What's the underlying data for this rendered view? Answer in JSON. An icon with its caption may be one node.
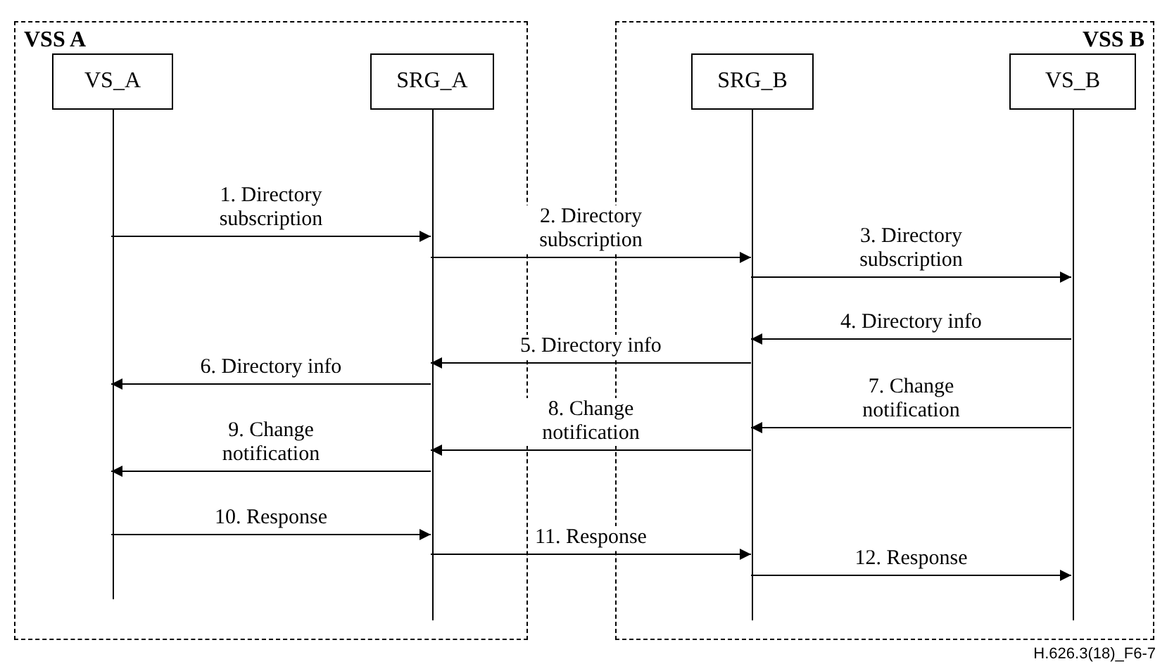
{
  "diagram": {
    "nodes": [
      {
        "text": [
          "VSS A"
        ]
      },
      {
        "text": [
          "VS_A"
        ],
        "in": 0
      },
      {
        "text": [
          "SRG_A"
        ],
        "in": 0
      },
      {
        "text": [
          "VSS B"
        ]
      },
      {
        "text": [
          "SRG_B"
        ],
        "in": 3
      },
      {
        "text": [
          "VS_B"
        ],
        "in": 3
      }
    ],
    "edges": [
      {
        "from": 1,
        "to": 2,
        "arrow": "to",
        "label": "1. Directory subscription"
      },
      {
        "from": 2,
        "to": 4,
        "arrow": "to",
        "label": "2. Directory subscription"
      },
      {
        "from": 4,
        "to": 5,
        "arrow": "to",
        "label": "3. Directory subscription"
      },
      {
        "from": 5,
        "to": 4,
        "arrow": "to",
        "label": "4. Directory info"
      },
      {
        "from": 4,
        "to": 2,
        "arrow": "to",
        "label": "5. Directory info"
      },
      {
        "from": 2,
        "to": 1,
        "arrow": "to",
        "label": "6. Directory info"
      },
      {
        "from": 5,
        "to": 4,
        "arrow": "to",
        "label": "7. Change notification"
      },
      {
        "from": 4,
        "to": 2,
        "arrow": "to",
        "label": "8. Change notification"
      },
      {
        "from": 2,
        "to": 1,
        "arrow": "to",
        "label": "9. Change notification"
      },
      {
        "from": 1,
        "to": 2,
        "arrow": "to",
        "label": "10. Response"
      },
      {
        "from": 2,
        "to": 4,
        "arrow": "to",
        "label": "11. Response"
      },
      {
        "from": 4,
        "to": 5,
        "arrow": "to",
        "label": "12. Response"
      }
    ],
    "labels": [
      "H.626.3(18)_F6-7"
    ]
  }
}
